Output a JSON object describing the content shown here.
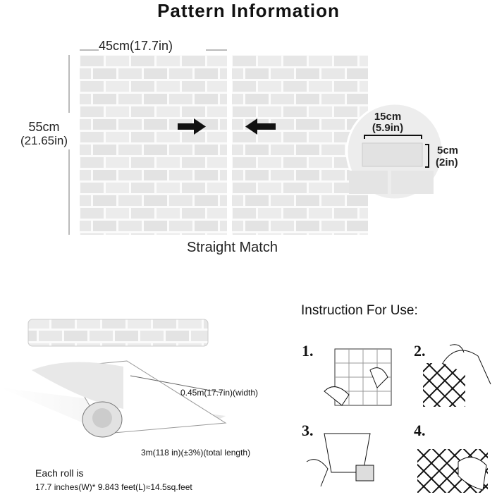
{
  "title": "Pattern Information",
  "pattern": {
    "width_label": "45cm(17.7in)",
    "height_label_cm": "55cm",
    "height_label_in": "(21.65in)",
    "match_label": "Straight Match",
    "brick_width_cm": "15cm",
    "brick_width_in": "(5.9in)",
    "brick_height_cm": "5cm",
    "brick_height_in": "(2in)"
  },
  "roll": {
    "width_label": "0.45m(17.7in)(width)",
    "length_label": "3m(118 in)(±3%)(total length)",
    "each_roll": "Each roll is",
    "dimensions": "17.7 inches(W)* 9.843 feet(L)≈14.5sq.feet"
  },
  "instructions": {
    "heading": "Instruction For Use:",
    "steps": [
      "1.",
      "2.",
      "3.",
      "4."
    ]
  },
  "colors": {
    "brick": "#e9e9e9",
    "mortar": "#fafafa",
    "arrow": "#111111"
  }
}
